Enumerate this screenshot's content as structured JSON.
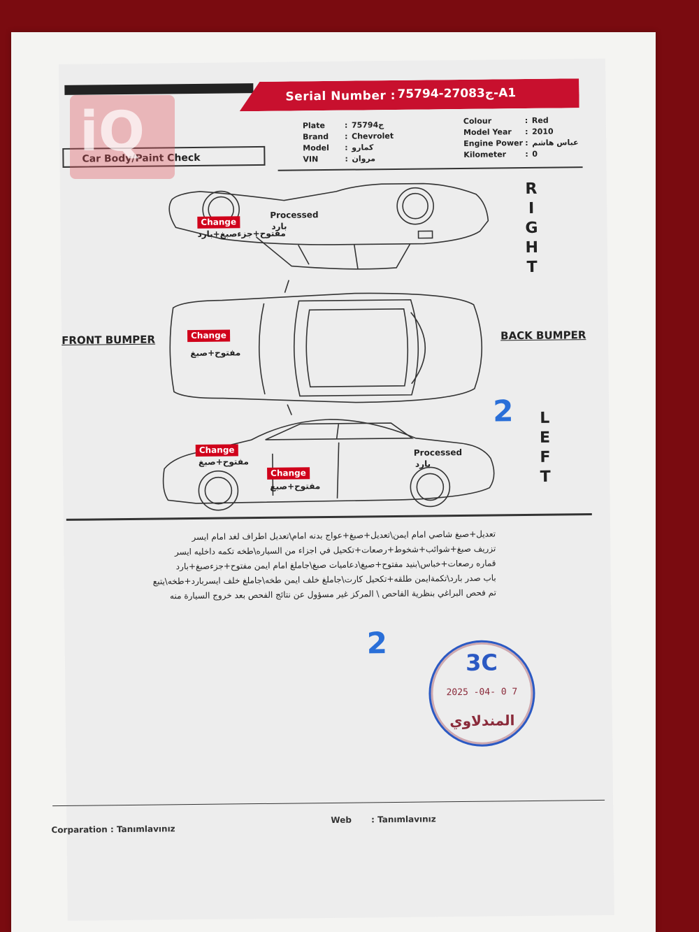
{
  "header": {
    "serial_label": "Serial Number :",
    "serial_value": "ج27083-75794-A1",
    "title": "Car Body/Paint Check"
  },
  "vehicle_left": [
    {
      "key": "Plate",
      "value": "ج75794"
    },
    {
      "key": "Brand",
      "value": "Chevrolet"
    },
    {
      "key": "Model",
      "value": "كمارو"
    },
    {
      "key": "VIN",
      "value": "مروان"
    }
  ],
  "vehicle_right": [
    {
      "key": "Colour",
      "value": "Red"
    },
    {
      "key": "Model Year",
      "value": "2010"
    },
    {
      "key": "Engine Power",
      "value": "عباس هاشم"
    },
    {
      "key": "Kilometer",
      "value": "0"
    }
  ],
  "diagram": {
    "right_letters": [
      "R",
      "I",
      "G",
      "H",
      "T"
    ],
    "left_letters": [
      "L",
      "E",
      "F",
      "T"
    ],
    "front_bumper": "FRONT BUMPER",
    "back_bumper": "BACK BUMPER",
    "change": "Change",
    "processed": "Processed",
    "right_change_note": "مفتوح+جزءصبغ+بارد",
    "right_processed_note": "بارد",
    "top_change_note": "مفتوح+صبغ",
    "left_front_note": "مفتوح+صبغ",
    "left_door_note": "مفتوح+صبغ",
    "left_processed_note": "بارد",
    "mark_2": "2"
  },
  "notes": [
    "تعديل+صبغ شاصي امام ايمن\\تعديل+صبغ+عواج بدنه امام\\تعديل اطراف لغد امام ايسر",
    "تزريف صبغ+شوائب+شخوط+رصعات+تكحيل في اجزاء من السياره\\طخه تكمه داخليه ايسر",
    "قماره رصعات+خباس\\بنيد مفتوح+صبغ\\دعاميات صبغ\\جاملغ امام ايمن مفتوح+جزءصبغ+بارد",
    "باب صدر بارد\\تكمةايمن طلقه+تكحيل كارت\\جاملغ خلف ايمن طخه\\جاملغ خلف ايسربارد+طخه\\يتبع",
    "تم فحص البراغي بنظرية الفاحص \\ المركز غير مسؤول عن نتائج الفحص بعد خروج السيارة منه"
  ],
  "mark_2": "2",
  "stamp": {
    "code": "3C",
    "date": "2025 -04- 0 7",
    "name": "المندلاوي"
  },
  "footer": {
    "corporation_label": "Corparation",
    "corporation_value": "Tanımlavınız",
    "web_label": "Web",
    "web_value": "Tanımlavınız"
  },
  "colors": {
    "accent_red": "#c8102e",
    "stamp_blue": "#2b59c3",
    "mark_blue": "#2a6fd8"
  }
}
